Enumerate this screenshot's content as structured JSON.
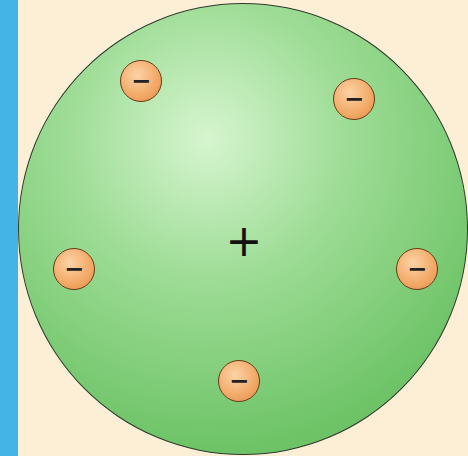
{
  "diagram": {
    "nodes": [
      {
        "text": [
          "+"
        ]
      },
      {
        "text": [
          "−"
        ],
        "in": 0
      },
      {
        "text": [
          "−"
        ],
        "in": 0
      },
      {
        "text": [
          "−"
        ],
        "in": 0
      },
      {
        "text": [
          "−"
        ],
        "in": 0
      },
      {
        "text": [
          "−"
        ],
        "in": 0
      }
    ]
  }
}
